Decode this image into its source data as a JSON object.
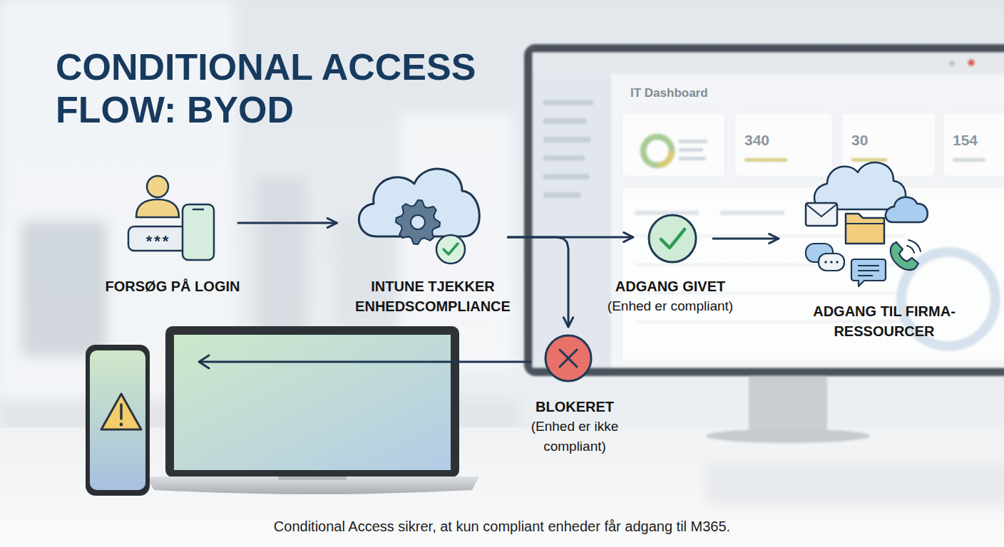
{
  "diagram": {
    "title": "CONDITIONAL ACCESS FLOW: BYOD",
    "caption": "Conditional Access sikrer, at kun compliant enheder får adgang til M365.",
    "nodes": [
      {
        "text": [
          "FORSØG PÅ LOGIN"
        ]
      },
      {
        "text": [
          "INTUNE TJEKKER ENHEDSCOMPLIANCE"
        ]
      },
      {
        "text": [
          "ADGANG GIVET",
          "(Enhed er compliant)"
        ]
      },
      {
        "text": [
          "ADGANG TIL FIRMA-RESSOURCER"
        ]
      },
      {
        "text": [
          "BLOKERET",
          "(Enhed er ikke compliant)"
        ]
      }
    ],
    "edges": [
      {
        "from": 0,
        "to": 1,
        "arrow": "to"
      },
      {
        "from": 1,
        "to": 2,
        "arrow": "to"
      },
      {
        "from": 1,
        "to": 4,
        "arrow": "to"
      },
      {
        "from": 2,
        "to": 3,
        "arrow": "to"
      }
    ],
    "labels": [
      "IT Dashboard",
      "340",
      "30",
      "154",
      "***"
    ]
  }
}
